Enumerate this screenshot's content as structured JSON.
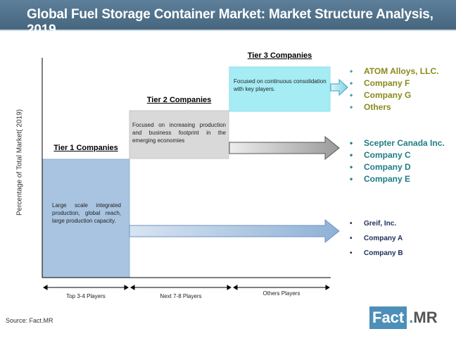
{
  "title": "Global Fuel Storage Container Market: Market Structure Analysis, 2019",
  "y_axis_label": "Percentage of Total Market( 2019)",
  "tiers": [
    {
      "heading": "Tier 1 Companies",
      "description": "Large scale integrated production, global reach, large production capacity.",
      "x_label": "Top 3-4 Players",
      "companies": [
        "Greif, Inc.",
        "Company A",
        "Company B"
      ],
      "box_color": "#a9c4e0"
    },
    {
      "heading": "Tier 2 Companies",
      "description": "Focused on increasing production and business footprint in the emerging economies",
      "x_label": "Next 7-8 Players",
      "companies": [
        "Scepter Canada Inc.",
        "Company C",
        "Company D",
        "Company E"
      ],
      "box_color": "#d9d9d9"
    },
    {
      "heading": "Tier 3 Companies",
      "description": "Focused on continuous consolidation with key players.",
      "x_label": "Others Players",
      "companies": [
        "ATOM Alloys, LLC.",
        "Company F",
        "Company G",
        "Others"
      ],
      "box_color": "#a6ecf5"
    }
  ],
  "source": "Source: Fact.MR",
  "logo": {
    "part1": "Fact",
    "part2": "MR",
    "separator": "."
  }
}
